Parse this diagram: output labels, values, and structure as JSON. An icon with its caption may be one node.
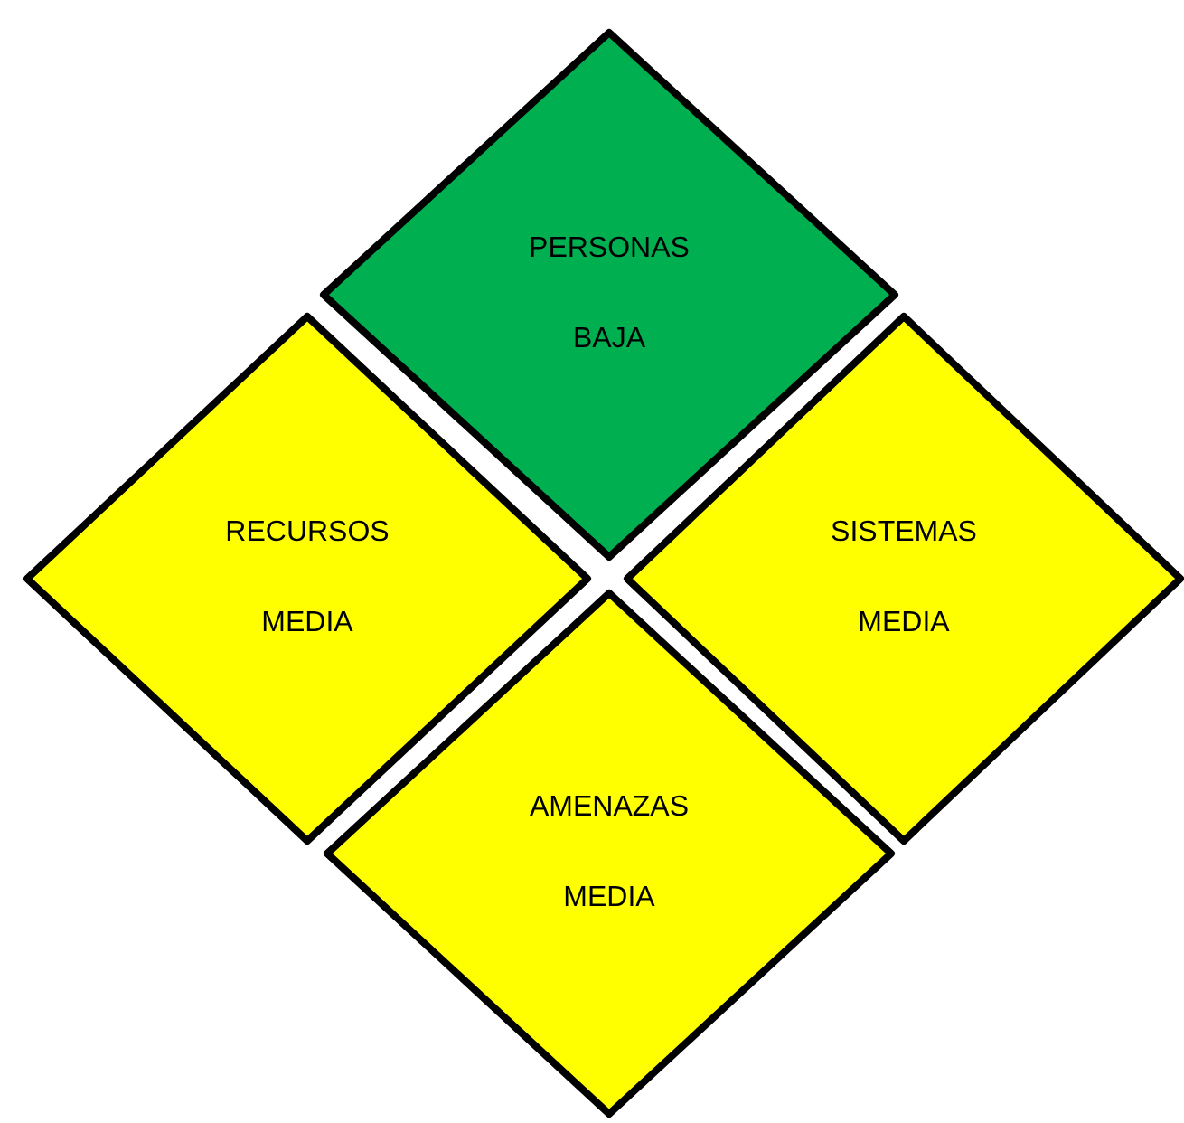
{
  "diagram": {
    "nodes": [
      {
        "text": [
          "PERSONAS",
          "BAJA"
        ]
      },
      {
        "text": [
          "RECURSOS",
          "MEDIA"
        ]
      },
      {
        "text": [
          "SISTEMAS",
          "MEDIA"
        ]
      },
      {
        "text": [
          "AMENAZAS",
          "MEDIA"
        ]
      }
    ]
  }
}
